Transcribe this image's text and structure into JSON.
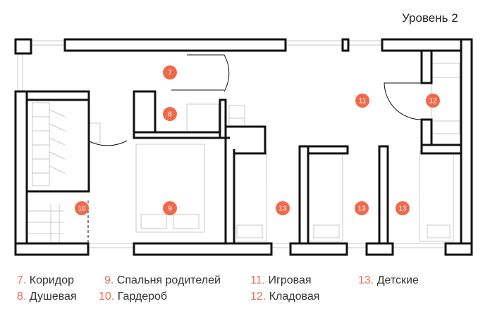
{
  "level_title": "Уровень 2",
  "accent_color": "#ef6a4a",
  "wall_color": "#111111",
  "rooms": [
    {
      "id": "room-7",
      "num": "7"
    },
    {
      "id": "room-8",
      "num": "8"
    },
    {
      "id": "room-9",
      "num": "9"
    },
    {
      "id": "room-10",
      "num": "10"
    },
    {
      "id": "room-11",
      "num": "11"
    },
    {
      "id": "room-12",
      "num": "12"
    },
    {
      "id": "room-13a",
      "num": "13"
    },
    {
      "id": "room-13b",
      "num": "13"
    },
    {
      "id": "room-13c",
      "num": "13"
    }
  ],
  "legend": [
    {
      "num": "7.",
      "label": "Коридор"
    },
    {
      "num": "8.",
      "label": "Душевая"
    },
    {
      "num": "9.",
      "label": "Спальня родителей"
    },
    {
      "num": "10.",
      "label": "Гардероб"
    },
    {
      "num": "11.",
      "label": "Игровая"
    },
    {
      "num": "12.",
      "label": "Кладовая"
    },
    {
      "num": "13.",
      "label": "Детские"
    }
  ]
}
